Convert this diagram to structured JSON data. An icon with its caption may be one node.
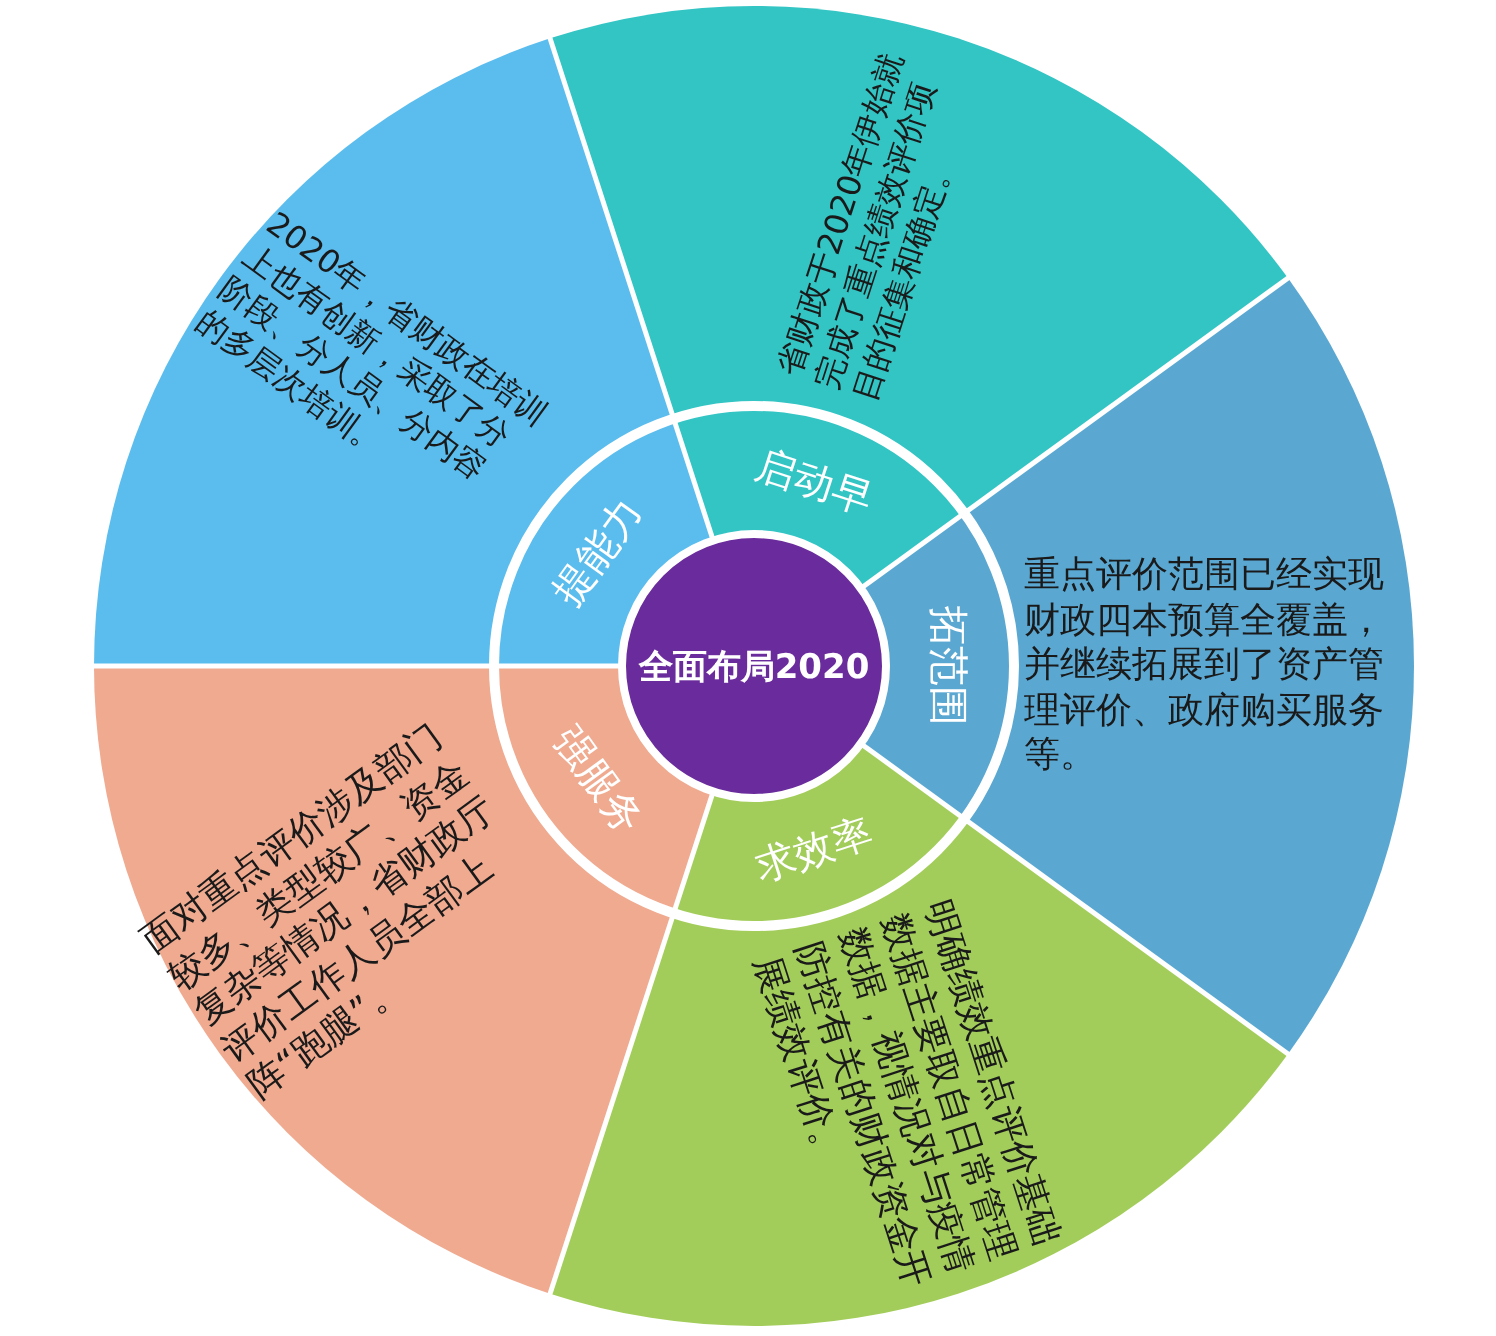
{
  "diagram": {
    "nodes": [
      {
        "text": [
          "全面布局2020"
        ]
      },
      {
        "text": [
          "启动早",
          "省财政于2020年伊始就完成了重点绩效评价项目的征集和确定。"
        ]
      },
      {
        "text": [
          "拓范围",
          "重点评价范围已经实现财政四本预算全覆盖，并继续拓展到了资产管理评价、政府购买服务等。"
        ]
      },
      {
        "text": [
          "求效率",
          "明确绩效重点评价基础数据主要取自日常管理数据，视情况对与疫情防控有关的财政资金开展绩效评价。"
        ]
      },
      {
        "text": [
          "强服务",
          "面对重点评价涉及部门较多、类型较广、资金复杂等情况，省财政厅评价工作人员全部上阵“跑腿”。"
        ]
      },
      {
        "text": [
          "提能力",
          "2020年，省财政在培训上也有创新，采取了分阶段、分人员、分内容的多层次培训。"
        ]
      }
    ]
  }
}
